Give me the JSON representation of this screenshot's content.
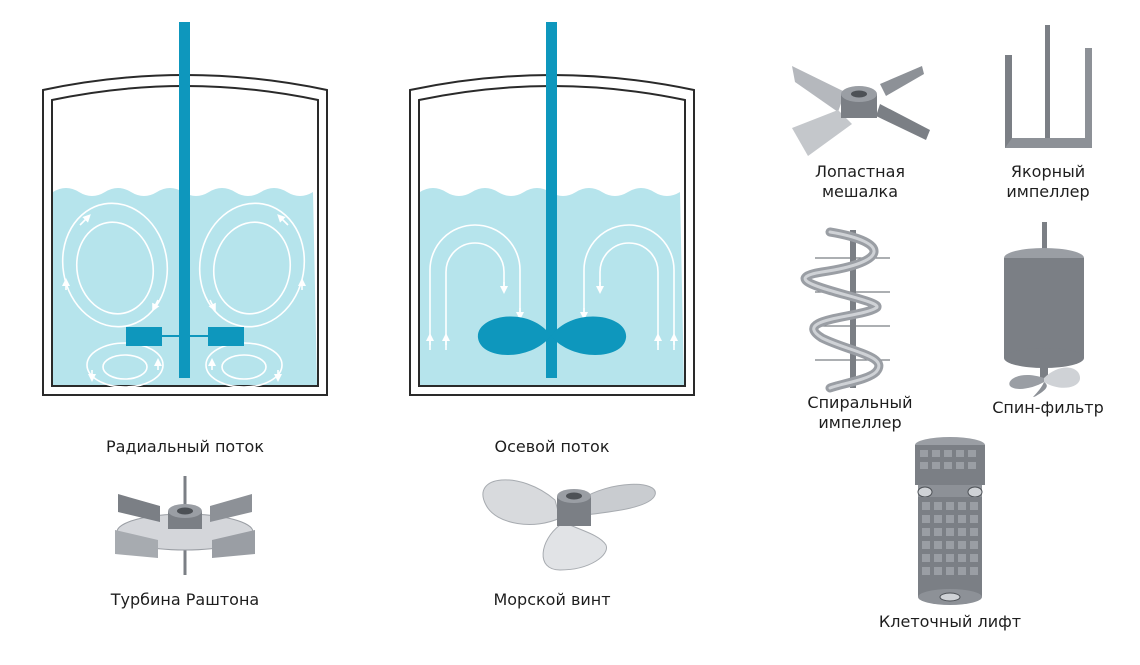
{
  "colors": {
    "water": "#b6e4ec",
    "accent": "#0e97bd",
    "vessel_outline": "#2a2a2a",
    "metal_dark": "#7b7f85",
    "metal_mid": "#9a9ea4",
    "metal_light": "#cfd2d6",
    "label": "#1e1e1e"
  },
  "labels": {
    "radial_flow": "Радиальный поток",
    "axial_flow": "Осевой поток",
    "rushton_turbine": "Турбина Раштона",
    "marine_propeller": "Морской винт",
    "paddle_mixer_1": "Лопастная",
    "paddle_mixer_2": "мешалка",
    "anchor_impeller_1": "Якорный",
    "anchor_impeller_2": "импеллер",
    "helical_impeller_1": "Спиральный",
    "helical_impeller_2": "импеллер",
    "spin_filter": "Спин-фильтр",
    "cell_lift": "Клеточный лифт"
  }
}
